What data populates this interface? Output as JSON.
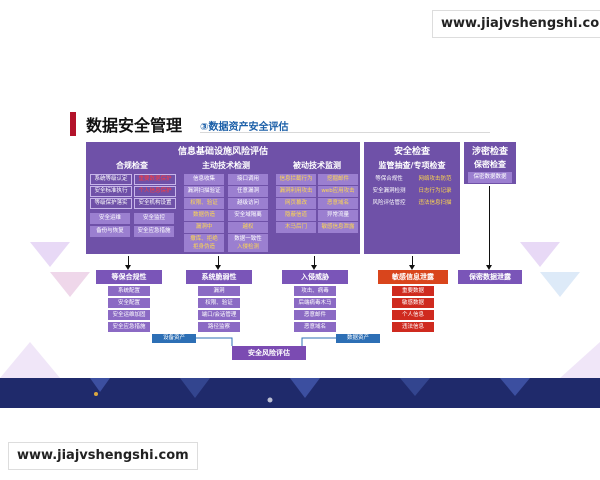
{
  "watermark_top": "www.jiajvshengshi.com",
  "watermark_bottom": "www.jiajvshengshi.com",
  "slide": {
    "title": "数据安全管理",
    "subtitle": "③数据资产安全评估"
  },
  "top_panels": {
    "infra": {
      "title": "信息基础设施风险评估",
      "columns": [
        {
          "title": "合规检查",
          "items": [
            "系统等级认定",
            "重要数据保护",
            "安全标准执行",
            "个人信息保护",
            "等级保护落实",
            "安全机构设置",
            "安全运维",
            "安全监控",
            "备份与恢复",
            "安全应急措施"
          ]
        },
        {
          "title": "主动技术检测",
          "items": [
            "信息收集",
            "接口调用",
            "漏洞扫描验证",
            "任意漏洞",
            "权限、验证",
            "越级访问",
            "数据伪造",
            "安全域隔离",
            "漏洞中",
            "越权",
            "撒库、拒绝",
            "数据一致性",
            "拒身伪造",
            "入侵检测"
          ]
        },
        {
          "title": "被动技术监测",
          "items": [
            "信息拦截行为",
            "挖掘邮件",
            "漏洞利用攻击",
            "web应用攻击",
            "网页篡改",
            "恶意域名",
            "隐蔽信道",
            "异常流量",
            "木马后门",
            "敏感信息泄露"
          ]
        }
      ]
    },
    "security": {
      "title": "安全检查",
      "column_title": "监管抽查/专项检查",
      "items": [
        "等保合规性",
        "网络攻击防范",
        "安全漏洞检测",
        "日志行为记录",
        "风险评估管控",
        "违法信息扫描"
      ]
    },
    "secret": {
      "title": "涉密检查",
      "column_title": "保密检查",
      "items": [
        "保密数据数据"
      ]
    }
  },
  "results": [
    {
      "title": "等保合规性",
      "color": "purple",
      "items": [
        "系统配置",
        "安全配置",
        "安全运维加固",
        "安全应急措施"
      ]
    },
    {
      "title": "系统脆弱性",
      "color": "purple",
      "items": [
        "漏洞",
        "权限、验证",
        "端口/会话管理",
        "路径监察"
      ]
    },
    {
      "title": "入侵威胁",
      "color": "purple",
      "items": [
        "攻击、病毒",
        "后端病毒木马",
        "恶意邮件",
        "恶意域名"
      ]
    },
    {
      "title": "敏感信息泄露",
      "color": "orange",
      "items": [
        "重要数据",
        "敏感数据",
        "个人信息",
        "违法信息"
      ]
    },
    {
      "title": "保密数据泄露",
      "color": "purple",
      "items": []
    }
  ],
  "flow": {
    "left_tag": "设备资产",
    "right_tag": "数据资产",
    "final": "安全风险评估"
  }
}
